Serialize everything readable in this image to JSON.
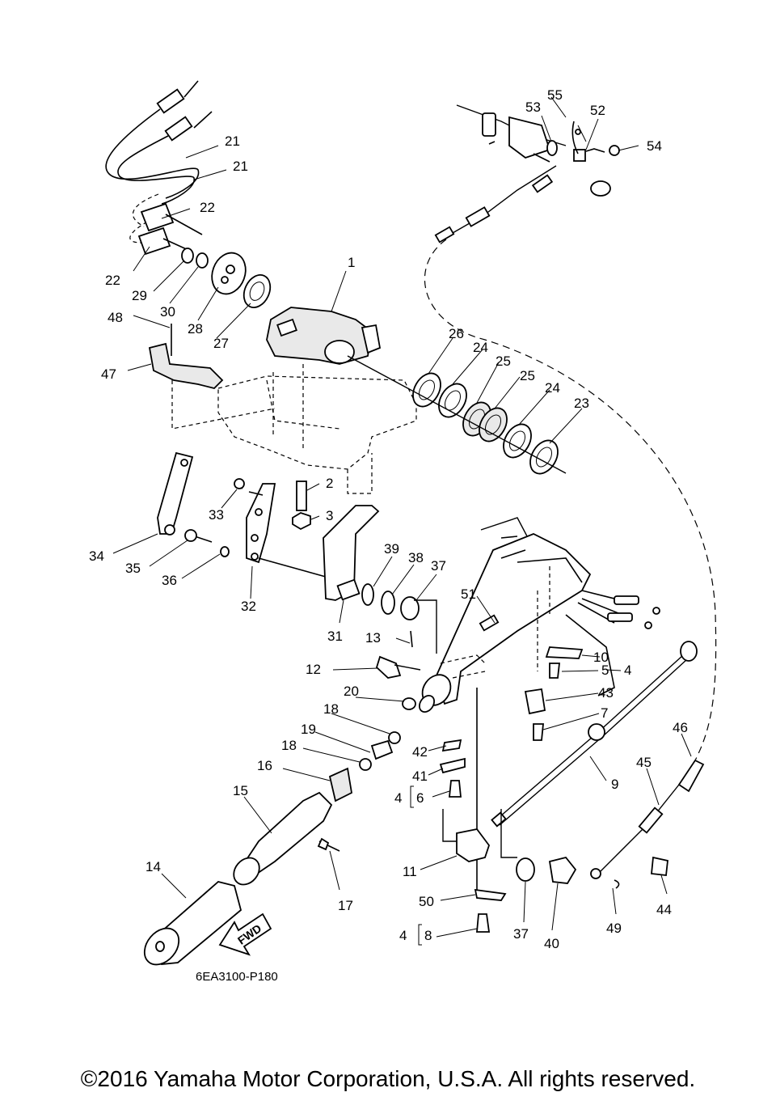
{
  "diagram": {
    "code": "6EA3100-P180",
    "fwd_label": "FWD",
    "copyright": "©2016 Yamaha Motor Corporation, U.S.A. All rights reserved.",
    "callouts": [
      "1",
      "2",
      "3",
      "4",
      "5",
      "6",
      "7",
      "8",
      "9",
      "10",
      "11",
      "12",
      "13",
      "14",
      "15",
      "16",
      "17",
      "18",
      "19",
      "20",
      "21",
      "22",
      "23",
      "24",
      "25",
      "26",
      "27",
      "28",
      "29",
      "30",
      "31",
      "32",
      "33",
      "34",
      "35",
      "36",
      "37",
      "38",
      "39",
      "40",
      "41",
      "42",
      "43",
      "44",
      "45",
      "46",
      "47",
      "48",
      "49",
      "50",
      "51",
      "52",
      "53",
      "54",
      "55"
    ]
  }
}
